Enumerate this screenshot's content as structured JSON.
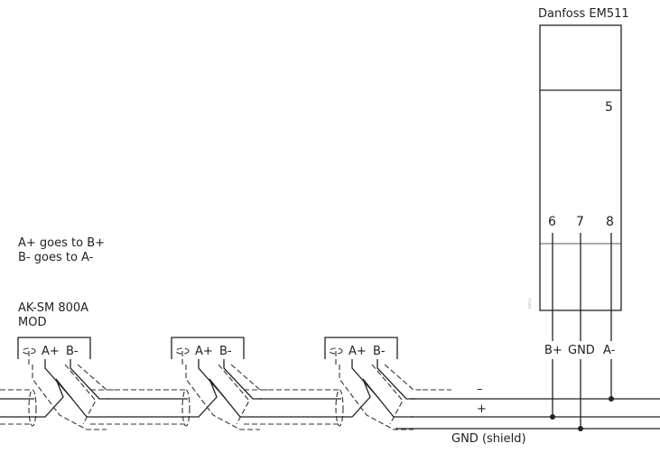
{
  "device": {
    "title": "Danfoss EM511",
    "terminals": [
      "5",
      "6",
      "7",
      "8"
    ],
    "wire_labels": [
      "B+",
      "GND",
      "A-"
    ]
  },
  "controller": {
    "name_line1": "AK-SM 800A",
    "name_line2": "MOD",
    "terminal_a": "A+",
    "terminal_b": "B-"
  },
  "notes": [
    "A+ goes to B+",
    "B- goes to A-"
  ],
  "bus": {
    "minus_label": "–",
    "plus_label": "+",
    "gnd_label": "GND (shield)"
  }
}
